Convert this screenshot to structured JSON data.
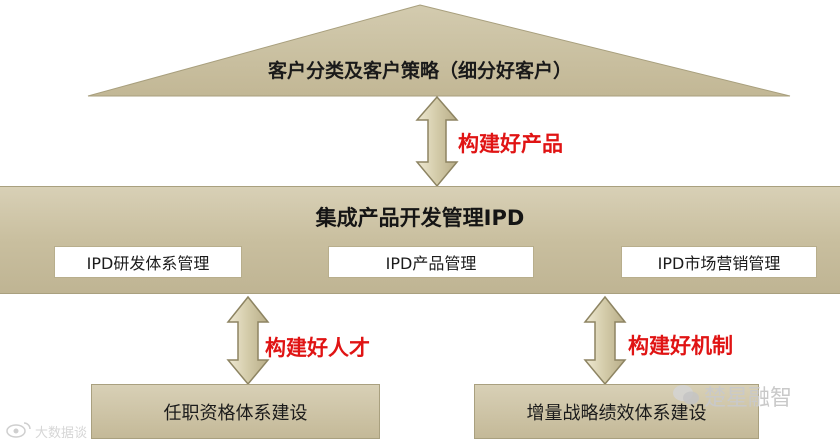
{
  "roof": {
    "title": "客户分类及客户策略（细分好客户）"
  },
  "beam": {
    "title": "集成产品开发管理IPD",
    "boxes": [
      "IPD研发体系管理",
      "IPD产品管理",
      "IPD市场营销管理"
    ]
  },
  "arrows": {
    "top_label": "构建好产品",
    "left_label": "构建好人才",
    "right_label": "构建好机制"
  },
  "pillars": {
    "left": "任职资格体系建设",
    "right": "增量战略绩效体系建设"
  },
  "watermarks": {
    "brand": "楚星融智",
    "site": "大数据谈"
  },
  "colors": {
    "khaki": "#c9bf9f",
    "red": "#e01414",
    "arrow": "#cfc6a4"
  }
}
